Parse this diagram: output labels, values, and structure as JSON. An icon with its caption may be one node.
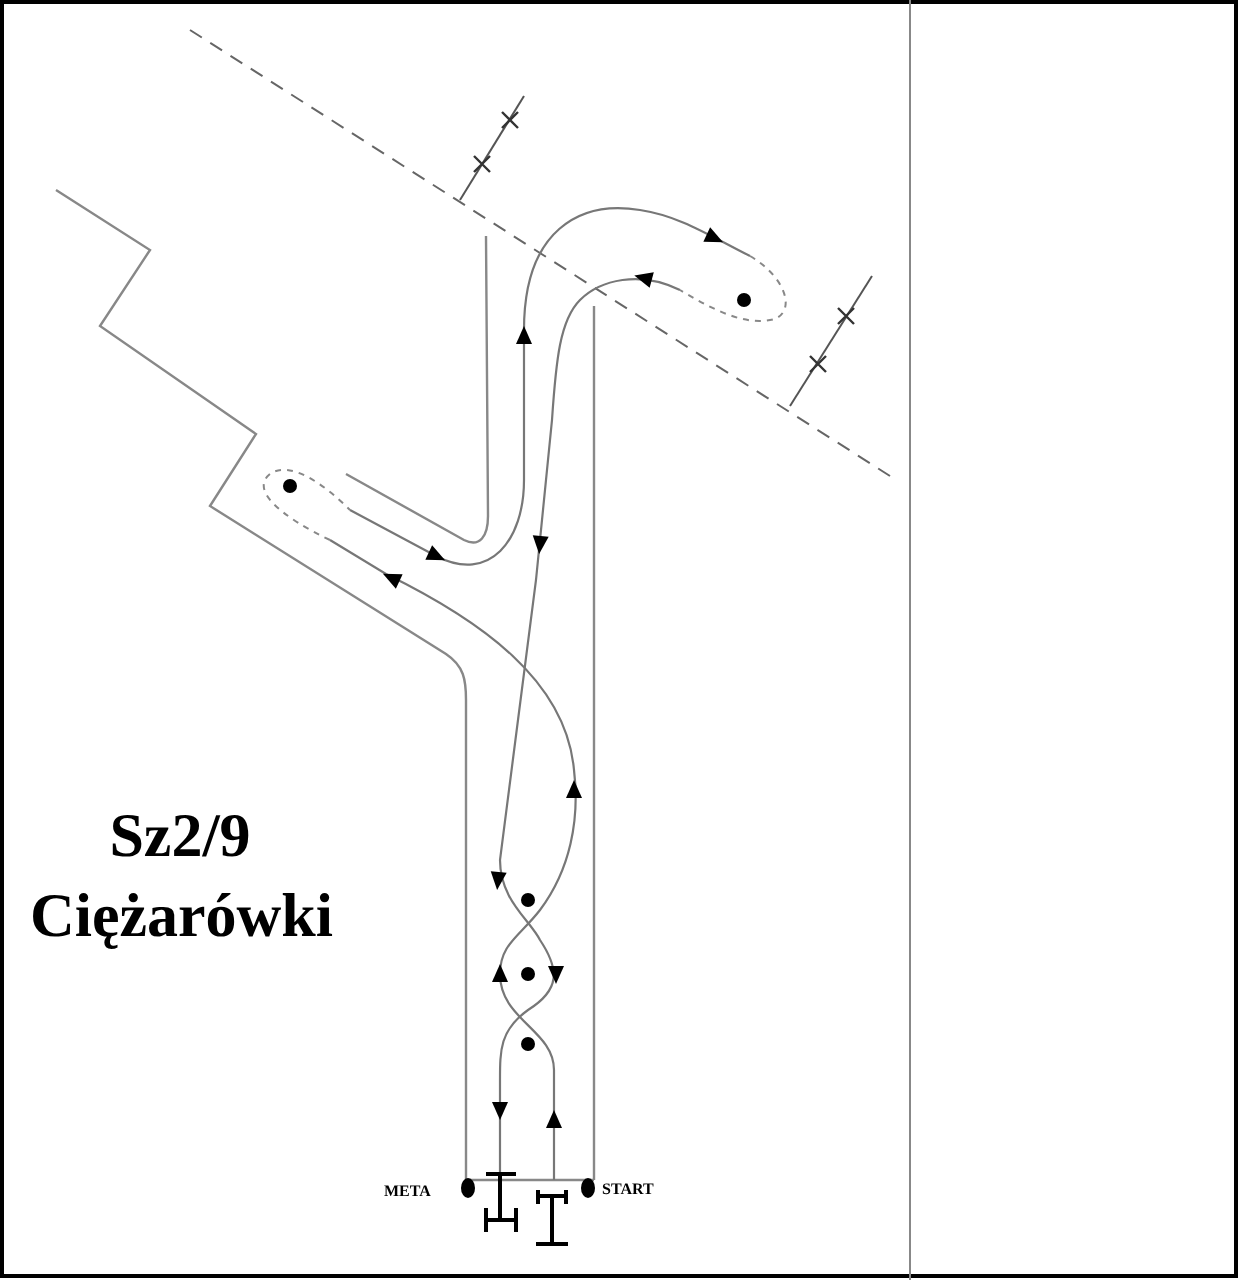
{
  "diagram": {
    "title": "Sz2/9 Ciężarówki",
    "labels": [
      "META",
      "START"
    ]
  }
}
